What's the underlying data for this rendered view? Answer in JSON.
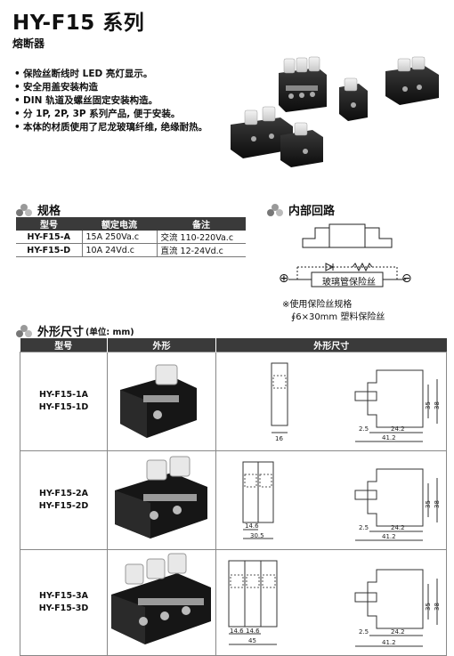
{
  "header": {
    "title": "HY-F15 系列",
    "subtitle": "熔断器"
  },
  "features": [
    "保险丝断线时 LED 亮灯显示。",
    "安全用盖安装构造",
    "DIN 轨道及螺丝固定安装构造。",
    "分 1P, 2P, 3P 系列产品, 便于安装。",
    "本体的材质使用了尼龙玻璃纤维, 绝缘耐热。"
  ],
  "spec": {
    "heading": "规格",
    "columns": [
      "型号",
      "额定电流",
      "备注"
    ],
    "rows": [
      {
        "model": "HY-F15-A",
        "current": "15A 250Va.c",
        "note": "交流 110-220Va.c"
      },
      {
        "model": "HY-F15-D",
        "current": "10A 24Vd.c",
        "note": "直流 12-24Vd.c"
      }
    ]
  },
  "circuit": {
    "heading": "内部回路",
    "fuse_label": "玻璃管保险丝",
    "plus": "⊕",
    "minus": "⊖",
    "note1": "※使用保险丝规格",
    "note2": "∮6×30mm 塑料保险丝"
  },
  "dimensions": {
    "heading": "外形尺寸",
    "unit": "(单位: mm)",
    "columns": [
      "型号",
      "外形",
      "外形尺寸"
    ],
    "rows": [
      {
        "models": [
          "HY-F15-1A",
          "HY-F15-1D"
        ],
        "front": [
          "16"
        ],
        "side": [
          "2.5",
          "24.2",
          "41.2",
          "35",
          "38"
        ]
      },
      {
        "models": [
          "HY-F15-2A",
          "HY-F15-2D"
        ],
        "front": [
          "14.6",
          "30.5"
        ],
        "side": [
          "2.5",
          "24.2",
          "41.2",
          "35",
          "38"
        ]
      },
      {
        "models": [
          "HY-F15-3A",
          "HY-F15-3D"
        ],
        "front": [
          "14.6",
          "14.6",
          "45"
        ],
        "side": [
          "2.5",
          "24.2",
          "41.2",
          "35",
          "38"
        ]
      }
    ]
  }
}
